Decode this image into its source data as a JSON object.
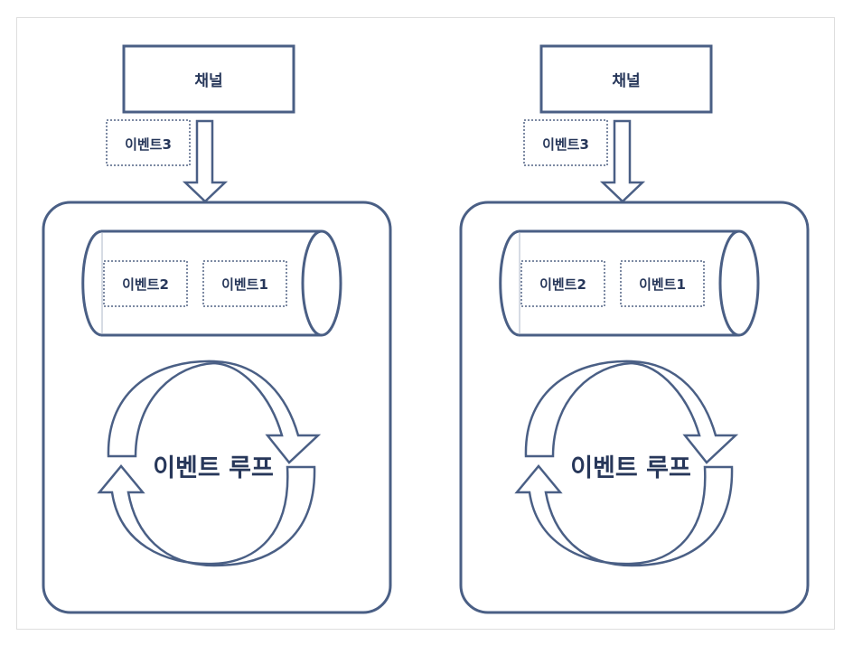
{
  "colors": {
    "stroke": "#4a5f85",
    "text": "#27375a",
    "dotted": "#7d8aa3",
    "frame": "#dedede"
  },
  "panels": [
    {
      "channel_label": "채널",
      "incoming_event_label": "이벤트3",
      "queue_events": [
        "이벤트2",
        "이벤트1"
      ],
      "loop_label": "이벤트 루프"
    },
    {
      "channel_label": "채널",
      "incoming_event_label": "이벤트3",
      "queue_events": [
        "이벤트2",
        "이벤트1"
      ],
      "loop_label": "이벤트 루프"
    }
  ]
}
